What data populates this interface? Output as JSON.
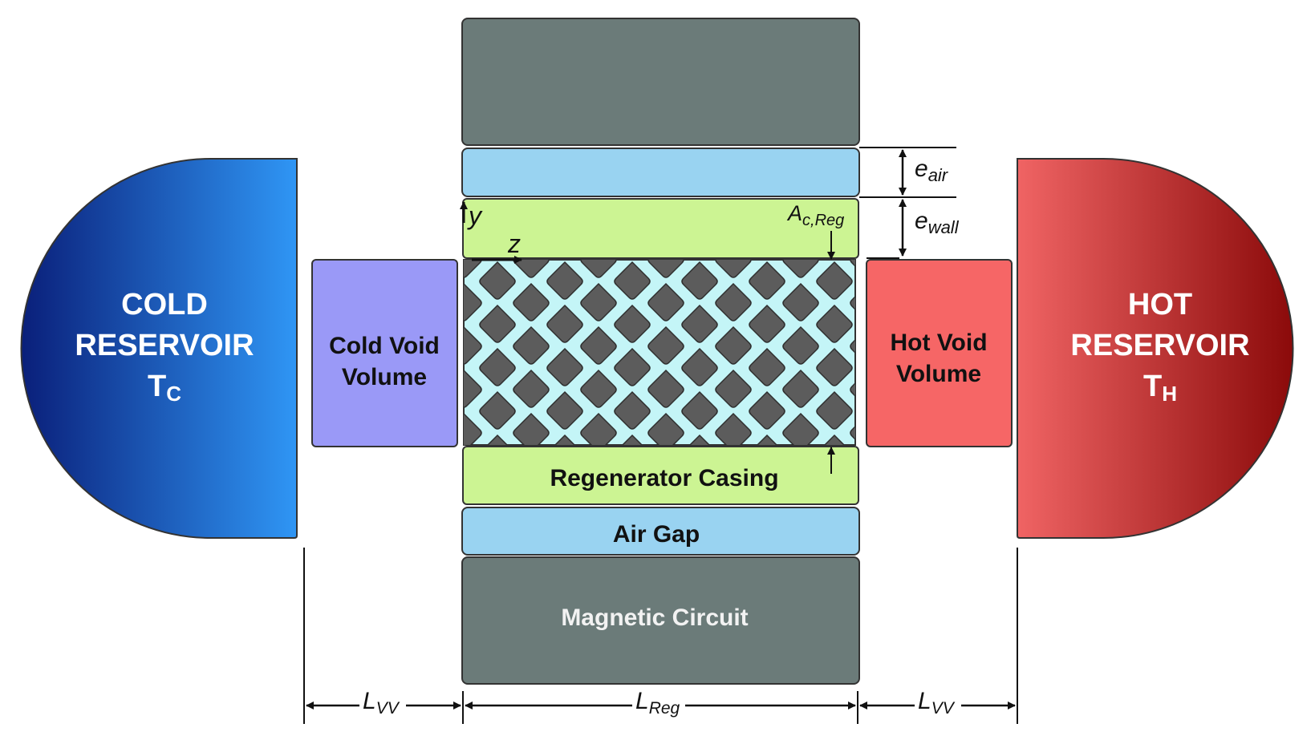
{
  "cold_reservoir": {
    "line1": "COLD",
    "line2": "RESERVOIR",
    "temp_main": "T",
    "temp_sub": "C",
    "color_dark": "#0a1f7a",
    "color_light": "#2f96f5"
  },
  "hot_reservoir": {
    "line1": "HOT",
    "line2": "RESERVOIR",
    "temp_main": "T",
    "temp_sub": "H",
    "color_dark": "#8b0a0a",
    "color_light": "#f06464"
  },
  "cold_void": {
    "line1": "Cold Void",
    "line2": "Volume",
    "color": "#9a99f7"
  },
  "hot_void": {
    "line1": "Hot Void",
    "line2": "Volume",
    "color": "#f66666"
  },
  "regenerator_casing": {
    "label": "Regenerator Casing",
    "color": "#ccf493"
  },
  "air_gap": {
    "label": "Air Gap",
    "color": "#99d3f1"
  },
  "magnetic_circuit": {
    "label": "Magnetic Circuit",
    "color": "#6b7b79"
  },
  "porous_matrix": {
    "fluid_color": "#c4f5f7",
    "solid_color": "#5c5c5c"
  },
  "axes": {
    "y": "y",
    "z": "z"
  },
  "annotations": {
    "e_air_main": "e",
    "e_air_sub": "air",
    "e_wall_main": "e",
    "e_wall_sub": "wall",
    "area_main": "A",
    "area_sub": "c,Reg"
  },
  "dimensions": {
    "lvv_left_main": "L",
    "lvv_left_sub": "VV",
    "lreg_main": "L",
    "lreg_sub": "Reg",
    "lvv_right_main": "L",
    "lvv_right_sub": "VV"
  }
}
